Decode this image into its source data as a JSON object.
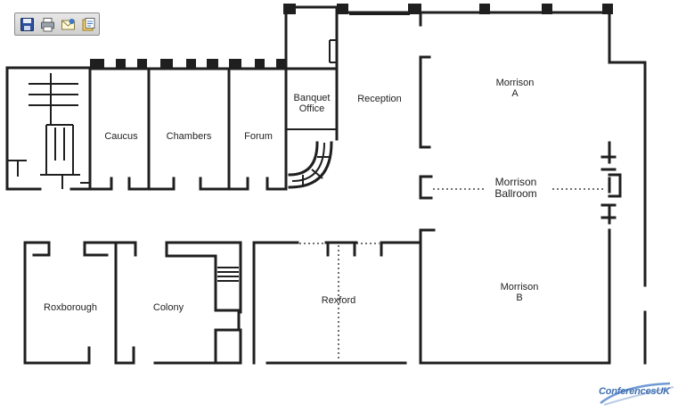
{
  "toolbar": {
    "buttons": [
      {
        "name": "save",
        "icon": "floppy-disk-icon"
      },
      {
        "name": "print",
        "icon": "printer-icon"
      },
      {
        "name": "email",
        "icon": "envelope-icon"
      },
      {
        "name": "export",
        "icon": "document-export-icon"
      }
    ]
  },
  "rooms": {
    "caucus": "Caucus",
    "chambers": "Chambers",
    "forum": "Forum",
    "banquet_office_1": "Banquet",
    "banquet_office_2": "Office",
    "reception": "Reception",
    "morrison_a_1": "Morrison",
    "morrison_a_2": "A",
    "morrison_ballroom_1": "Morrison",
    "morrison_ballroom_2": "Ballroom",
    "morrison_b_1": "Morrison",
    "morrison_b_2": "B",
    "roxborough": "Roxborough",
    "colony": "Colony",
    "rexford": "Rexford"
  },
  "brand": {
    "text": "Conferences",
    "suffix": "UK",
    "accent_color": "#3f6fb0"
  },
  "colors": {
    "wall": "#1f1f1f",
    "background": "#ffffff"
  }
}
